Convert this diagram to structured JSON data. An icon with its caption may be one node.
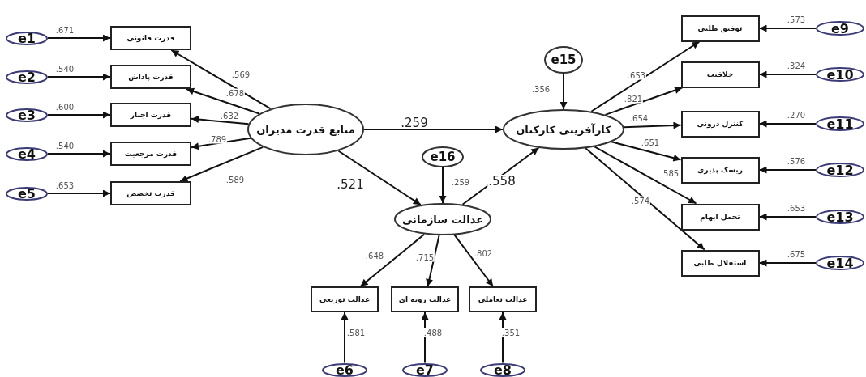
{
  "diagram": {
    "nodes": [
      {
        "text": [
          "e1"
        ]
      },
      {
        "text": [
          "e2"
        ]
      },
      {
        "text": [
          "e3"
        ]
      },
      {
        "text": [
          "e4"
        ]
      },
      {
        "text": [
          "e5"
        ]
      },
      {
        "text": [
          "قدرت قانونی"
        ]
      },
      {
        "text": [
          "قدرت پاداش"
        ]
      },
      {
        "text": [
          "قدرت اجبار"
        ]
      },
      {
        "text": [
          "قدرت مرجعیت"
        ]
      },
      {
        "text": [
          "قدرت تخصص"
        ]
      },
      {
        "text": [
          "منابع قدرت مدیران"
        ]
      },
      {
        "text": [
          "e15"
        ]
      },
      {
        "text": [
          "کارآفرینی کارکنان"
        ]
      },
      {
        "text": [
          "e16"
        ]
      },
      {
        "text": [
          "عدالت سازمانی"
        ]
      },
      {
        "text": [
          "عدالت توزیعی"
        ]
      },
      {
        "text": [
          "عدالت رویه ای"
        ]
      },
      {
        "text": [
          "عدالت تعاملی"
        ]
      },
      {
        "text": [
          "e6"
        ]
      },
      {
        "text": [
          "e7"
        ]
      },
      {
        "text": [
          "e8"
        ]
      },
      {
        "text": [
          "توفیق طلبی"
        ]
      },
      {
        "text": [
          "خلاقیت"
        ]
      },
      {
        "text": [
          "کنترل درونی"
        ]
      },
      {
        "text": [
          "ریسک پذیری"
        ]
      },
      {
        "text": [
          "تحمل ابهام"
        ]
      },
      {
        "text": [
          "استقلال طلبی"
        ]
      },
      {
        "text": [
          "e9"
        ]
      },
      {
        "text": [
          "e10"
        ]
      },
      {
        "text": [
          "e11"
        ]
      },
      {
        "text": [
          "e12"
        ]
      },
      {
        "text": [
          "e13"
        ]
      },
      {
        "text": [
          "e14"
        ]
      }
    ],
    "edges": [
      {
        "from": 0,
        "to": 5,
        "arrow": "to",
        "label": ".671"
      },
      {
        "from": 1,
        "to": 6,
        "arrow": "to",
        "label": ".540"
      },
      {
        "from": 2,
        "to": 7,
        "arrow": "to",
        "label": ".600"
      },
      {
        "from": 3,
        "to": 8,
        "arrow": "to",
        "label": ".540"
      },
      {
        "from": 4,
        "to": 9,
        "arrow": "to",
        "label": ".653"
      },
      {
        "from": 10,
        "to": 5,
        "arrow": "to",
        "label": ".569"
      },
      {
        "from": 10,
        "to": 6,
        "arrow": "to",
        "label": ".678"
      },
      {
        "from": 10,
        "to": 7,
        "arrow": "to",
        "label": ".632"
      },
      {
        "from": 10,
        "to": 8,
        "arrow": "to",
        "label": ".789"
      },
      {
        "from": 10,
        "to": 9,
        "arrow": "to",
        "label": ".589"
      },
      {
        "from": 10,
        "to": 12,
        "arrow": "to",
        "label": ".259"
      },
      {
        "from": 10,
        "to": 14,
        "arrow": "to",
        "label": ".521"
      },
      {
        "from": 13,
        "to": 14,
        "arrow": "to",
        "label": ".259"
      },
      {
        "from": 14,
        "to": 12,
        "arrow": "to",
        "label": ".558"
      },
      {
        "from": 11,
        "to": 12,
        "arrow": "to",
        "label": ".356"
      },
      {
        "from": 14,
        "to": 15,
        "arrow": "to",
        "label": ".648"
      },
      {
        "from": 14,
        "to": 16,
        "arrow": "to",
        "label": ".715"
      },
      {
        "from": 14,
        "to": 17,
        "arrow": "to",
        "label": ".802"
      },
      {
        "from": 18,
        "to": 15,
        "arrow": "to",
        "label": ".581"
      },
      {
        "from": 19,
        "to": 16,
        "arrow": "to",
        "label": ".488"
      },
      {
        "from": 20,
        "to": 17,
        "arrow": "to",
        "label": ".351"
      },
      {
        "from": 12,
        "to": 21,
        "arrow": "to",
        "label": ".653"
      },
      {
        "from": 12,
        "to": 22,
        "arrow": "to",
        "label": ".821"
      },
      {
        "from": 12,
        "to": 23,
        "arrow": "to",
        "label": ".654"
      },
      {
        "from": 12,
        "to": 24,
        "arrow": "to",
        "label": ".651"
      },
      {
        "from": 12,
        "to": 25,
        "arrow": "to",
        "label": ".585"
      },
      {
        "from": 12,
        "to": 26,
        "arrow": "to",
        "label": ".574"
      },
      {
        "from": 27,
        "to": 21,
        "arrow": "to",
        "label": ".573"
      },
      {
        "from": 28,
        "to": 22,
        "arrow": "to",
        "label": ".324"
      },
      {
        "from": 29,
        "to": 23,
        "arrow": "to",
        "label": ".270"
      },
      {
        "from": 30,
        "to": 24,
        "arrow": "to",
        "label": ".576"
      },
      {
        "from": 31,
        "to": 25,
        "arrow": "to",
        "label": ".653"
      },
      {
        "from": 32,
        "to": 26,
        "arrow": "to",
        "label": ".675"
      }
    ]
  }
}
